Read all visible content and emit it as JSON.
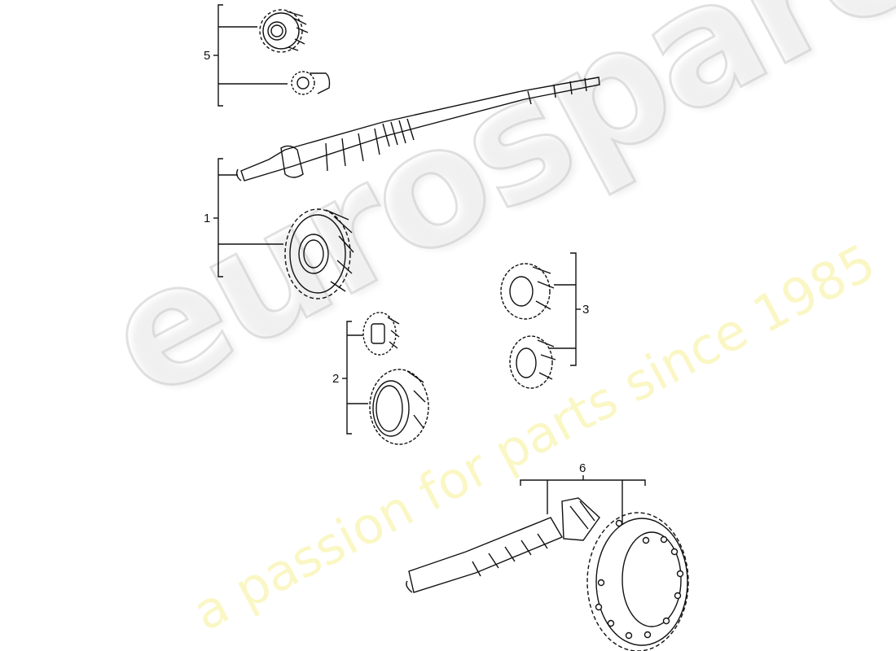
{
  "diagram": {
    "type": "exploded parts diagram - transmission gears and shafts",
    "callouts": [
      {
        "id": "1",
        "label": "1",
        "parts": [
          "input/main shaft with pinion",
          "large helical gear"
        ]
      },
      {
        "id": "2",
        "label": "2",
        "parts": [
          "small splined gear",
          "gear with synchro cone"
        ]
      },
      {
        "id": "3",
        "label": "3",
        "parts": [
          "helical gear (upper)",
          "helical gear (lower)"
        ]
      },
      {
        "id": "5",
        "label": "5",
        "parts": [
          "gear with hub",
          "small pinion gear"
        ]
      },
      {
        "id": "6",
        "label": "6",
        "parts": [
          "drive pinion shaft",
          "ring gear"
        ]
      }
    ]
  },
  "watermark": {
    "brand": "eurospares",
    "tagline": "a passion for parts since 1985",
    "brand_color": "#c8c8c8",
    "tagline_color": "#f6f096"
  }
}
